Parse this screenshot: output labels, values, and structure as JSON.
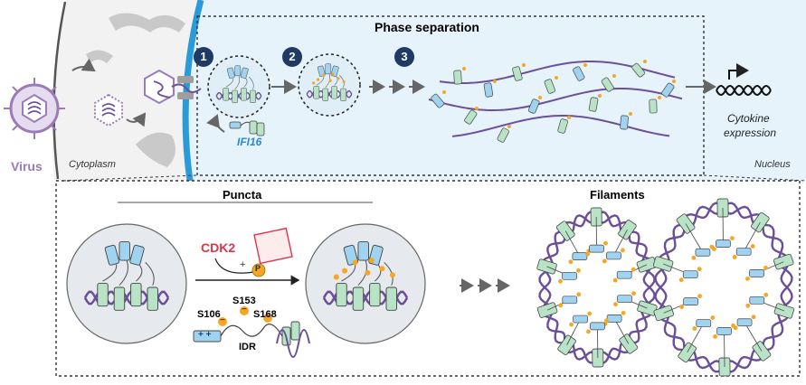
{
  "top_panel": {
    "title": "Phase separation",
    "virus_label": "Virus",
    "cytoplasm_label": "Cytoplasm",
    "nucleus_label": "Nucleus",
    "ifi16_label": "IFI16",
    "steps": [
      "1",
      "2",
      "3"
    ],
    "output_line1": "Cytokine",
    "output_line2": "expression"
  },
  "bottom_panel": {
    "puncta_title": "Puncta",
    "filaments_title": "Filaments",
    "kinase_label": "CDK2",
    "plus_sign": "+",
    "phosphate_label": "P",
    "idr_label": "IDR",
    "sites": [
      "S106",
      "S153",
      "S168"
    ],
    "minus_sign": "−",
    "domain_charges": "+ +"
  },
  "colors": {
    "virus": "#9b7bb8",
    "dna": "#6b4f9a",
    "pyrin": "#9fd3ef",
    "hin": "#b9e3c6",
    "phospho": "#f5a623",
    "kinase": "#e0344a",
    "nucleus_fill": "#e7f3fb",
    "membrane": "#2a9bd8",
    "step_badge": "#1f3a63"
  },
  "icons": [
    "virus-icon",
    "capsid-icon",
    "pore-icon",
    "arrow-icon",
    "dna-helix-icon",
    "phosphate-icon",
    "substrate-icon"
  ]
}
